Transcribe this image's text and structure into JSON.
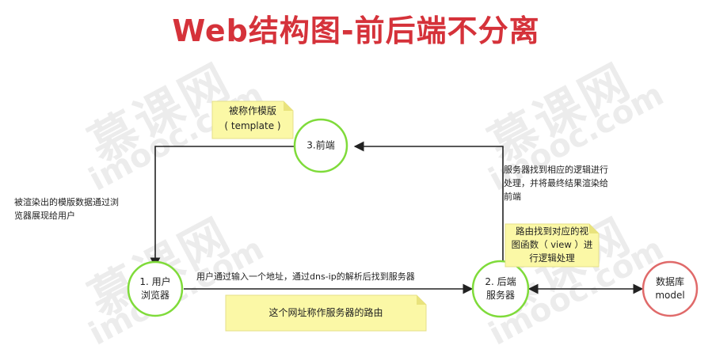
{
  "title": "Web结构图-前后端不分离",
  "watermark": {
    "cn": "慕课网",
    "en": "imooc.com"
  },
  "nodes": {
    "frontend": "3.前端",
    "user_browser": [
      "1. 用户",
      "浏览器"
    ],
    "backend_server": [
      "2. 后端",
      "服务器"
    ],
    "database": [
      "数据库",
      "model"
    ]
  },
  "notes": {
    "template": [
      "被称作模版",
      "( template )"
    ],
    "routing": [
      "路由找到对应的视",
      "图函数（ view ）进",
      "行逻辑处理"
    ],
    "url_route": "这个网址称作服务器的路由"
  },
  "edge_labels": {
    "render_to_user": [
      "被渲染出的模版数据通过浏",
      "览器展现给用户"
    ],
    "server_logic": [
      "服务器找到相应的逻辑进行",
      "处理，并将最终结果渲染给",
      "前端"
    ],
    "user_request": "用户通过输入一个地址，通过dns-ip的解析后找到服务器"
  },
  "colors": {
    "title": "#d5323a",
    "node_border_green": "#7fdb3a",
    "node_border_red": "#e06a6a",
    "note_fill": "#fbf8a6",
    "note_fold": "#e9e37c"
  }
}
